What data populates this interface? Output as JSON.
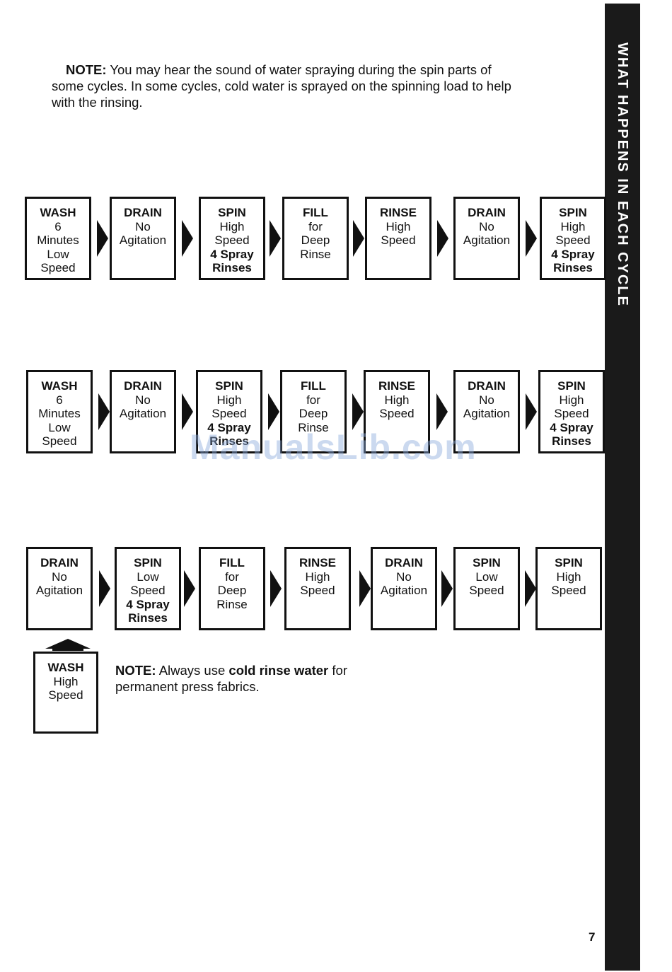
{
  "sidebar": {
    "title": "WHAT HAPPENS IN EACH CYCLE"
  },
  "page": {
    "number": "7"
  },
  "note_top": {
    "label": "NOTE:",
    "line1": "You may hear the sound of water spraying during the spin parts of",
    "line2": "some cycles. In some cycles, cold water is sprayed on the spinning load to help",
    "line3": "with the rinsing."
  },
  "row1": [
    {
      "title": "WASH",
      "lines": [
        "6",
        "Minutes",
        "Low",
        "Speed"
      ]
    },
    {
      "title": "DRAIN",
      "lines": [
        "No",
        "Agitation"
      ]
    },
    {
      "title": "SPIN",
      "lines": [
        "High",
        "Speed",
        "4 Spray",
        "Rinses"
      ]
    },
    {
      "title": "FILL",
      "lines": [
        "for",
        "Deep",
        "Rinse"
      ]
    },
    {
      "title": "RINSE",
      "lines": [
        "High",
        "Speed"
      ]
    },
    {
      "title": "DRAIN",
      "lines": [
        "No",
        "Agitation"
      ]
    },
    {
      "title": "SPIN",
      "lines": [
        "High",
        "Speed",
        "4 Spray",
        "Rinses"
      ]
    }
  ],
  "row2": [
    {
      "title": "WASH",
      "lines": [
        "6",
        "Minutes",
        "Low",
        "Speed"
      ]
    },
    {
      "title": "DRAIN",
      "lines": [
        "No",
        "Agitation"
      ]
    },
    {
      "title": "SPIN",
      "lines": [
        "High",
        "Speed",
        "4 Spray",
        "Rinses"
      ]
    },
    {
      "title": "FILL",
      "lines": [
        "for",
        "Deep",
        "Rinse"
      ]
    },
    {
      "title": "RINSE",
      "lines": [
        "High",
        "Speed"
      ]
    },
    {
      "title": "DRAIN",
      "lines": [
        "No",
        "Agitation"
      ]
    },
    {
      "title": "SPIN",
      "lines": [
        "High",
        "Speed",
        "4 Spray",
        "Rinses"
      ]
    }
  ],
  "row3": [
    {
      "title": "DRAIN",
      "lines": [
        "No",
        "Agitation"
      ]
    },
    {
      "title": "SPIN",
      "lines": [
        "Low",
        "Speed",
        "4 Spray",
        "Rinses"
      ]
    },
    {
      "title": "FILL",
      "lines": [
        "for",
        "Deep",
        "Rinse"
      ]
    },
    {
      "title": "RINSE",
      "lines": [
        "High",
        "Speed"
      ]
    },
    {
      "title": "DRAIN",
      "lines": [
        "No",
        "Agitation"
      ]
    },
    {
      "title": "SPIN",
      "lines": [
        "Low",
        "Speed"
      ]
    },
    {
      "title": "SPIN",
      "lines": [
        "High",
        "Speed"
      ]
    }
  ],
  "wash_box": {
    "title": "WASH",
    "lines": [
      "High",
      "Speed"
    ]
  },
  "note_bottom": {
    "label": "NOTE:",
    "text_a": "Always use",
    "bold": "cold rinse water",
    "text_b": "for",
    "line2": "permanent press fabrics."
  },
  "watermark": "ManualsLib.com"
}
